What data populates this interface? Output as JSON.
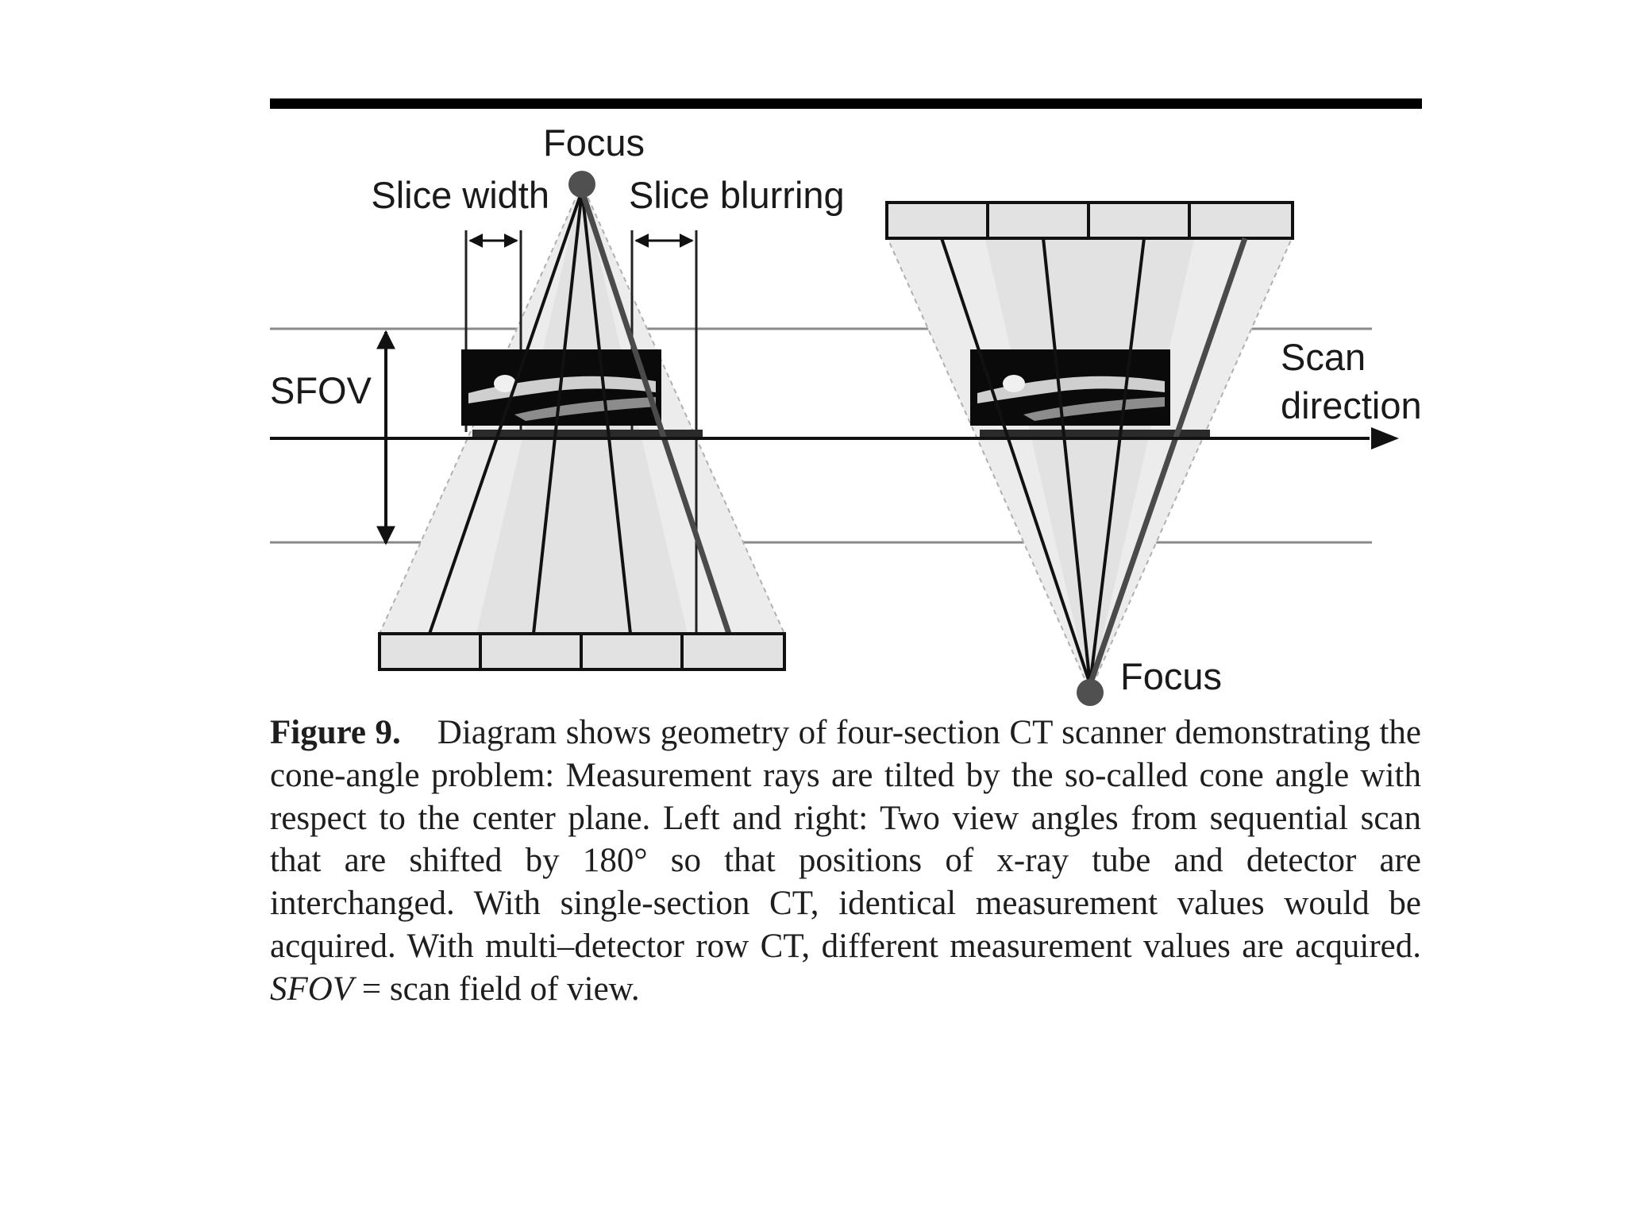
{
  "figure": {
    "labels": {
      "focus_top": "Focus",
      "slice_width": "Slice width",
      "slice_blurring": "Slice blurring",
      "sfov": "SFOV",
      "scan_line1": "Scan",
      "scan_line2": "direction",
      "focus_bottom": "Focus"
    }
  },
  "caption": {
    "label": "Figure 9.",
    "text_a": "Diagram shows geometry of four-section CT scanner demonstrating the cone-angle problem: Measurement rays are tilted by the so-called cone angle with respect to the center plane. Left and right: Two view angles from sequential scan that are shifted by 180° so that positions of x-ray tube and detector are interchanged. With single-section CT, identical measurement values would be acquired. With multi–detector row CT, different measurement values are acquired. ",
    "abbr": "SFOV",
    "text_b": " = scan field of view."
  }
}
